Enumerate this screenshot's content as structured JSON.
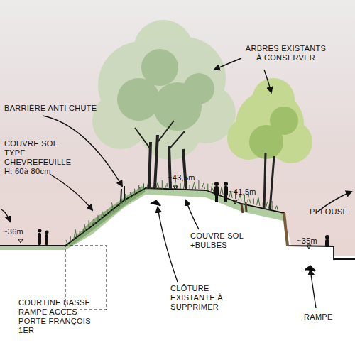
{
  "diagram": {
    "labels": [
      "ARBRES EXISTANTS À CONSERVER",
      "BARRIÈRE ANTI CHUTE",
      "COUVRE SOL TYPE CHEVREFEUILLE H: 60à 80cm",
      "~36m",
      "~43,5m",
      "~41,5m",
      "PELOUSE",
      "~35m",
      "COUVRE SOL +BULBES",
      "CLÔTURE EXISTANTE À SUPPRIMER",
      "COURTINE BASSE RAMPE ACCES PORTE FRANÇOIS 1ER",
      "RAMPE"
    ]
  }
}
